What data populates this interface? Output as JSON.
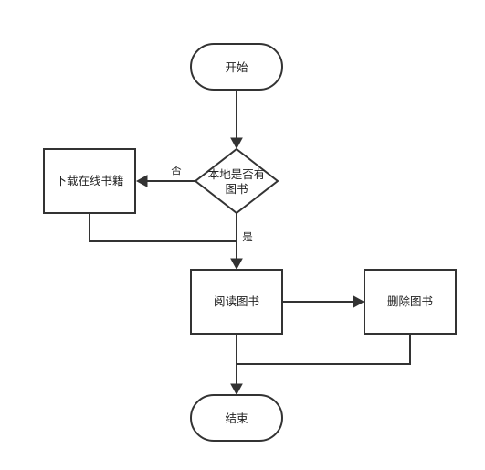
{
  "nodes": {
    "start": "开始",
    "check_local_line1": "本地是否有",
    "check_local_line2": "图书",
    "download": "下载在线书籍",
    "read": "阅读图书",
    "delete": "删除图书",
    "end": "结束"
  },
  "edges": {
    "no_label": "否",
    "yes_label": "是"
  },
  "colors": {
    "stroke": "#333333",
    "fill": "#ffffff",
    "text": "#222222"
  }
}
